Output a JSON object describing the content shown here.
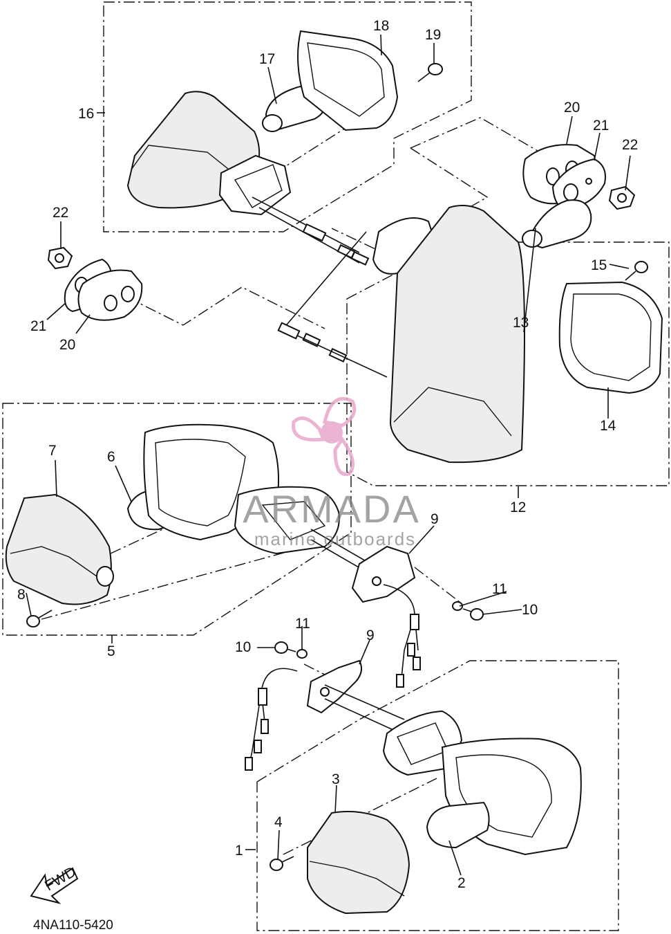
{
  "diagram_code": "4NA110-5420",
  "direction_arrow": "FWD",
  "watermark": {
    "brand": "ARMADA",
    "tagline": "marine outboards",
    "logo_color": "#e8a8cc"
  },
  "callouts": {
    "n1": "1",
    "n2": "2",
    "n3": "3",
    "n4": "4",
    "n5": "5",
    "n6": "6",
    "n7": "7",
    "n8": "8",
    "n9a": "9",
    "n9b": "9",
    "n10a": "10",
    "n10b": "10",
    "n11a": "11",
    "n11b": "11",
    "n12": "12",
    "n13": "13",
    "n14": "14",
    "n15": "15",
    "n16": "16",
    "n17": "17",
    "n18": "18",
    "n19": "19",
    "n20a": "20",
    "n20b": "20",
    "n21a": "21",
    "n21b": "21",
    "n22a": "22",
    "n22b": "22"
  },
  "icons": [
    "flasher-lens-icon",
    "bulb-icon",
    "screw-icon",
    "grommet-icon",
    "nut-icon",
    "bracket-icon",
    "fwd-arrow-icon"
  ]
}
